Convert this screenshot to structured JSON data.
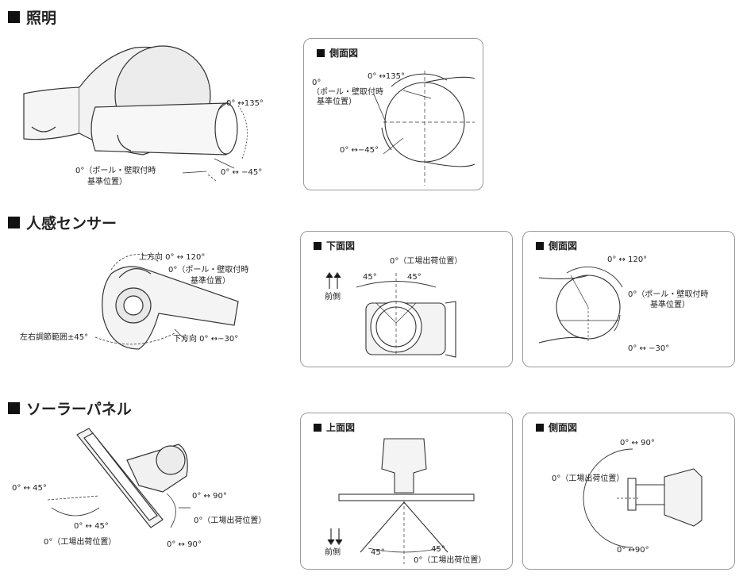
{
  "sections": {
    "lighting": {
      "title": "照明",
      "main_labels": {
        "angle_right": "0°  ↔135°",
        "reference": "0°（ポール・壁取付時",
        "reference2": "基準位置）",
        "angle_down": "0° ↔ −45°"
      },
      "side_view": {
        "title": "側面図",
        "zero": "0°",
        "ref1": "（ポール・壁取付時",
        "ref2": "基準位置）",
        "up": "0°  ↔135°",
        "down": "0°  ↔−45°"
      }
    },
    "sensor": {
      "title": "人感センサー",
      "main_labels": {
        "up": "上方向  0° ↔ 120°",
        "ref1": "0°（ポール・壁取付時",
        "ref2": "基準位置）",
        "lr": "左右調節範囲±45°",
        "down": "下方向  0° ↔−30°"
      },
      "bottom_view": {
        "title": "下面図",
        "factory": "0°（工場出荷位置）",
        "left": "45°",
        "right": "45°",
        "front": "前側"
      },
      "side_view": {
        "title": "側面図",
        "up": "0° ↔ 120°",
        "ref1": "0°（ポール・壁取付時",
        "ref2": "基準位置）",
        "down": "0° ↔ −30°"
      }
    },
    "solar": {
      "title": "ソーラーパネル",
      "main_labels": {
        "left45": "0° ↔ 45°",
        "mid45": "0° ↔ 45°",
        "factory": "0°（工場出荷位置）",
        "r90a": "0° ↔ 90°",
        "factory2": "0°（工場出荷位置）",
        "r90b": "0° ↔ 90°"
      },
      "top_view": {
        "title": "上面図",
        "left": "45°",
        "right": "45°",
        "factory": "0°（工場出荷位置）",
        "front": "前側"
      },
      "side_view": {
        "title": "側面図",
        "up": "0° ↔ 90°",
        "factory": "0°（工場出荷位置）",
        "down": "0° ↔90°"
      }
    }
  },
  "colors": {
    "line": "#333333",
    "border": "#9a9a9a",
    "fill": "#f2f2f2"
  }
}
